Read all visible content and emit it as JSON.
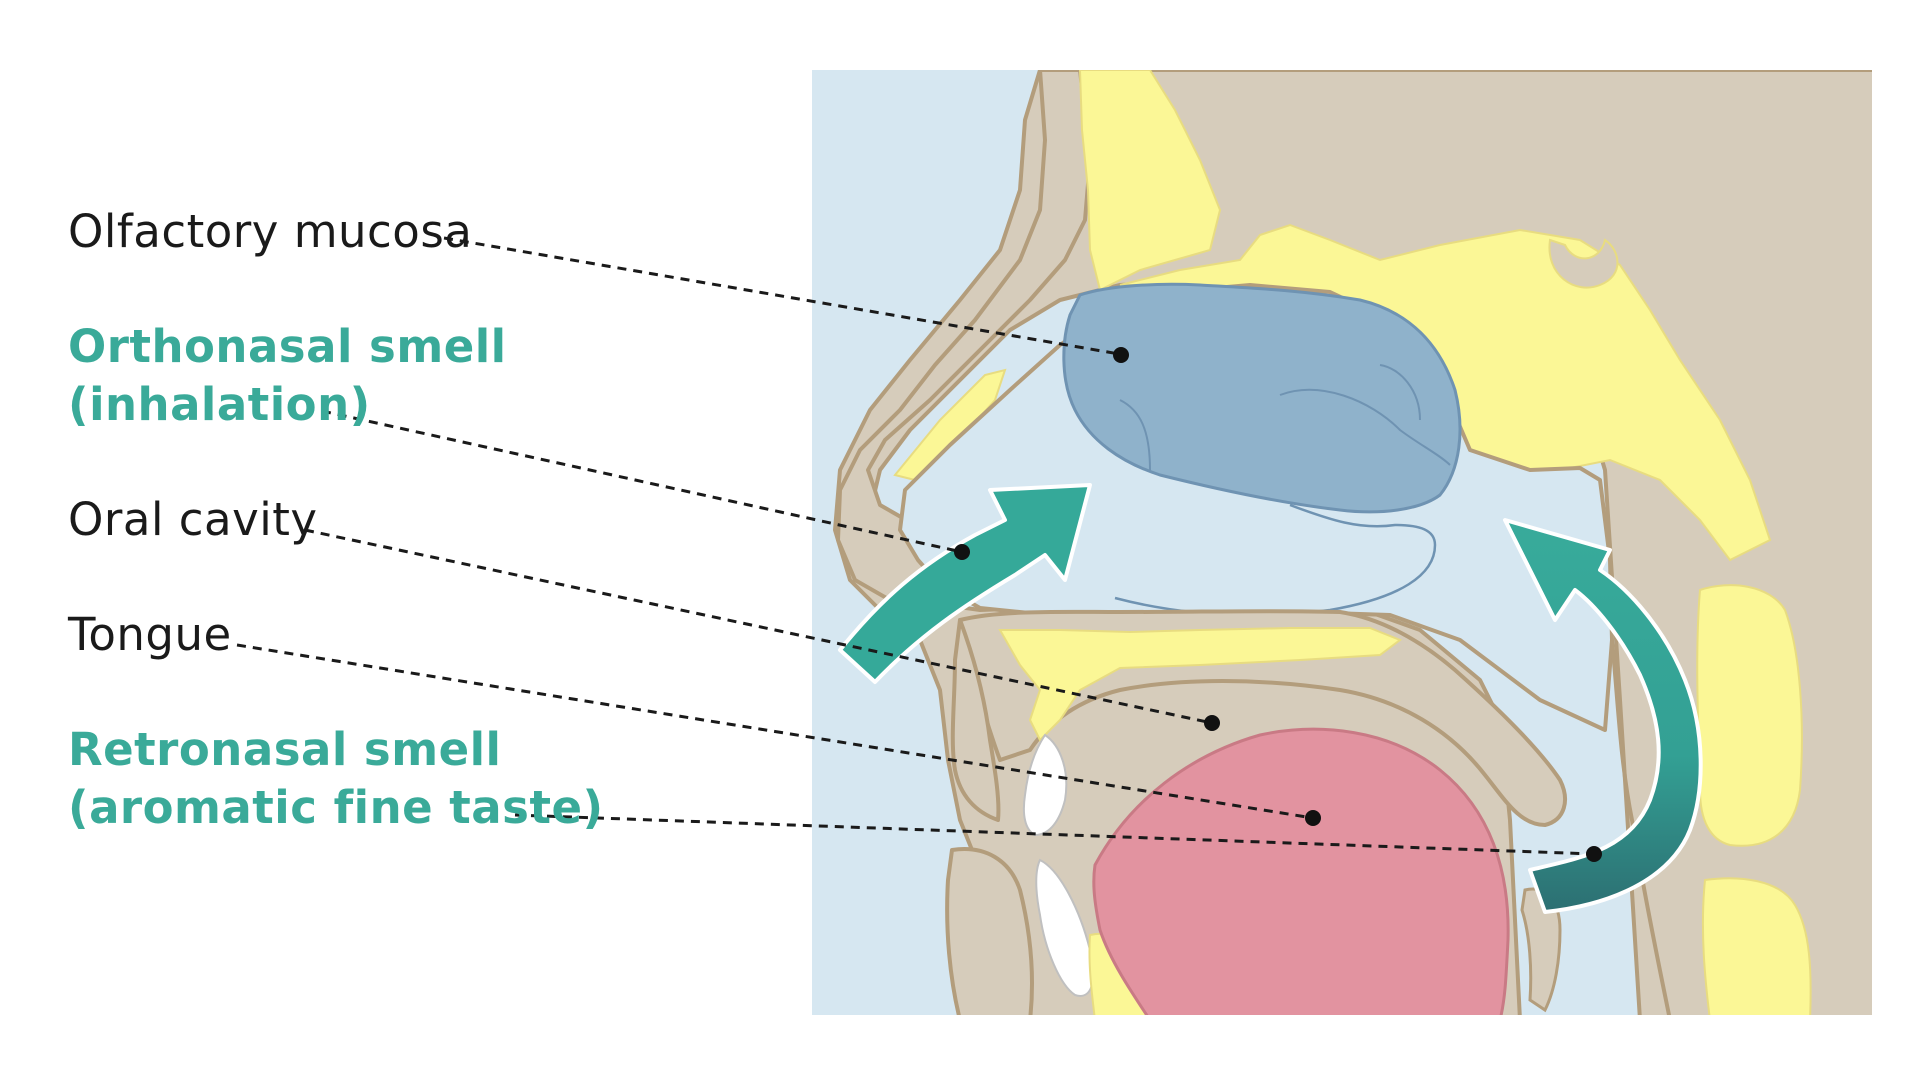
{
  "labels": {
    "olfactory": "Olfactory mucosa",
    "orthonasal_line1": "Orthonasal smell",
    "orthonasal_line2": "(inhalation)",
    "oral_cavity": "Oral cavity",
    "tongue": "Tongue",
    "retronasal_line1": "Retronasal smell",
    "retronasal_line2": "(aromatic fine taste)"
  },
  "colors": {
    "accent": "#3aaa99",
    "text": "#1a1a1a",
    "air": "#d6e7f1",
    "tissue": "#d6ccbb",
    "bone": "#fbf796",
    "mucosa": "#8fb2cb",
    "tongue": "#e293a0",
    "outline": "#b39d7c",
    "arrow": "#35a999",
    "arrow_dark": "#2f7f7c"
  }
}
